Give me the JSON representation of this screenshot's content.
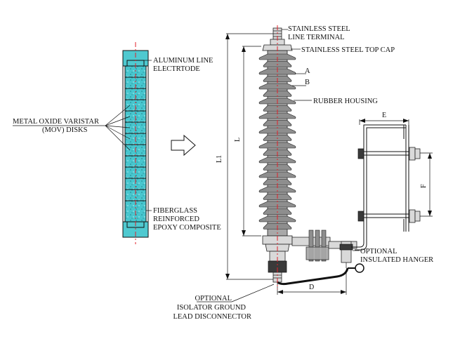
{
  "labels": {
    "aluminum_line_electrode": [
      "ALUMINUM LINE",
      "ELECTRTODE"
    ],
    "mov_disks": [
      "METAL OXIDE VARISTAR",
      "(MOV) DISKS"
    ],
    "fiberglass": [
      "FIBERGLASS",
      "REINFORCED",
      "EPOXY COMPOSITE"
    ],
    "line_terminal": [
      "STAINLESS STEEL",
      "LINE TERMINAL"
    ],
    "top_cap": "STAINLESS STEEL TOP CAP",
    "shed_a": "A",
    "shed_b": "B",
    "rubber_housing": "RUBBER HOUSING",
    "insulated_hanger": [
      "OPTIONAL",
      "INSULATED HANGER"
    ],
    "disconnector": [
      "OPTIONAL",
      "ISOLATOR GROUND",
      "LEAD DISCONNECTOR"
    ]
  },
  "dimensions": {
    "total_length": "L1",
    "housing_length": "L",
    "bracket_width": "E",
    "bracket_hole_spacing": "F",
    "ground_offset": "D"
  },
  "colors": {
    "centerline": "#e0202a",
    "mov_fill": "#3fc4cc",
    "housing": "#8e8e8e"
  }
}
